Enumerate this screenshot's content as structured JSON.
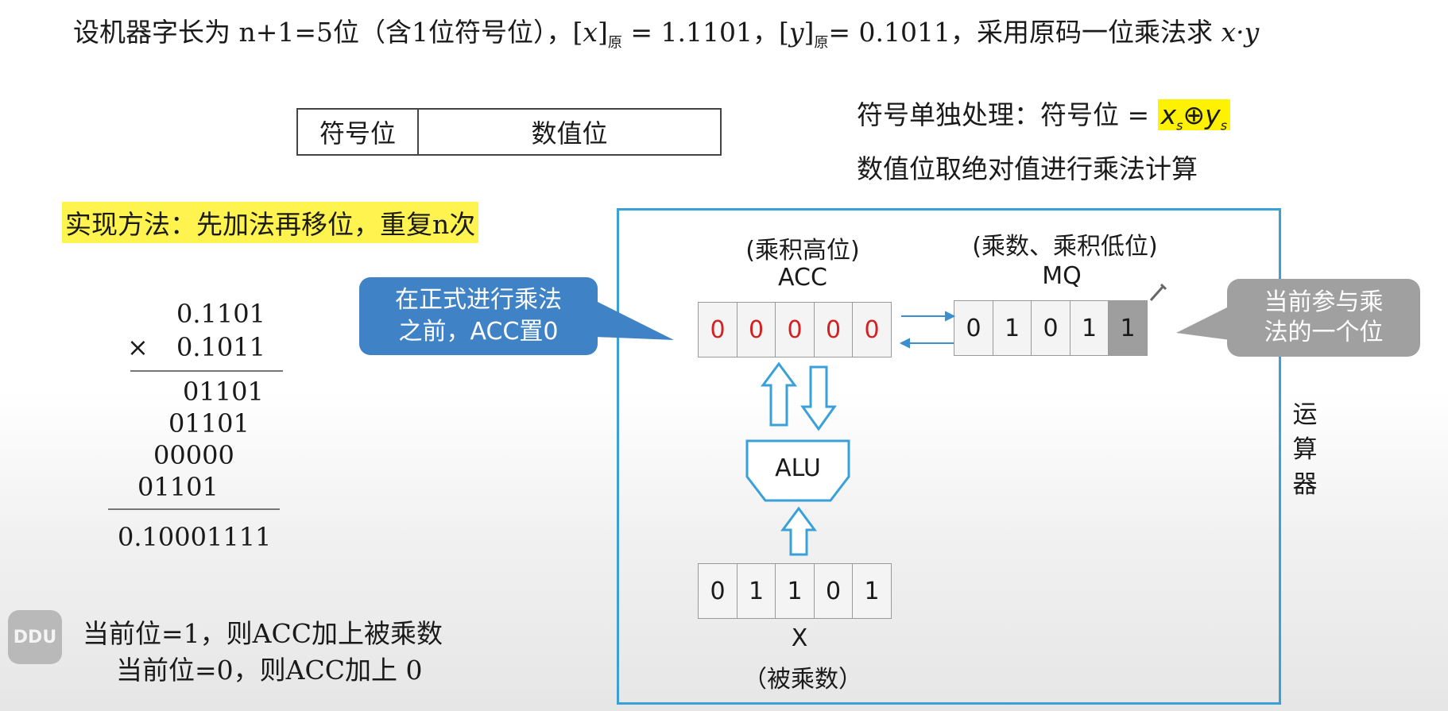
{
  "title": {
    "prefix": "设机器字长为 n+1=5位（含1位符号位），",
    "x_var": "x",
    "sub_label": "原",
    "x_eq": " = 1.1101，",
    "y_var": "y",
    "y_eq": "= 0.1011，采用原码一位乘法求 ",
    "product": "x·y"
  },
  "format_box": {
    "sign_cell": "符号位",
    "value_cell": "数值位"
  },
  "sign_note": {
    "prefix": "符号单独处理：符号位 = ",
    "x": "x",
    "s": "s",
    "op": "⊕",
    "y": "y"
  },
  "abs_note": "数值位取绝对值进行乘法计算",
  "method": "实现方法：先加法再移位，重复n次",
  "calc": {
    "multiplicand": "0.1101",
    "times_sign": "×",
    "multiplier": "0.1011",
    "partials": [
      "01101",
      "01101",
      "00000",
      "01101"
    ],
    "result": "0.10001111"
  },
  "registers": {
    "acc_desc": "(乘积高位)",
    "acc_name": "ACC",
    "acc_bits": [
      "0",
      "0",
      "0",
      "0",
      "0"
    ],
    "mq_desc": "(乘数、乘积低位)",
    "mq_name": "MQ",
    "mq_bits": [
      "0",
      "1",
      "0",
      "1",
      "1"
    ],
    "alu_label": "ALU",
    "x_bits": [
      "0",
      "1",
      "1",
      "0",
      "1"
    ],
    "x_name": "X",
    "x_desc": "（被乘数）"
  },
  "callouts": {
    "left_line1": "在正式进行乘法",
    "left_line2": "之前，ACC置0",
    "right_line1": "当前参与乘",
    "right_line2": "法的一个位"
  },
  "operator_label": [
    "运",
    "算",
    "器"
  ],
  "rules": {
    "line1": "当前位=1，则ACC加上被乘数",
    "line2": "当前位=0，则ACC加上 0"
  },
  "logo_text": "DDU",
  "colors": {
    "frame": "#3aa0d8",
    "highlight": "#fff200",
    "zero_red": "#d42020",
    "callout_blue": "#3f83c6",
    "callout_gray": "#a0a0a0"
  }
}
